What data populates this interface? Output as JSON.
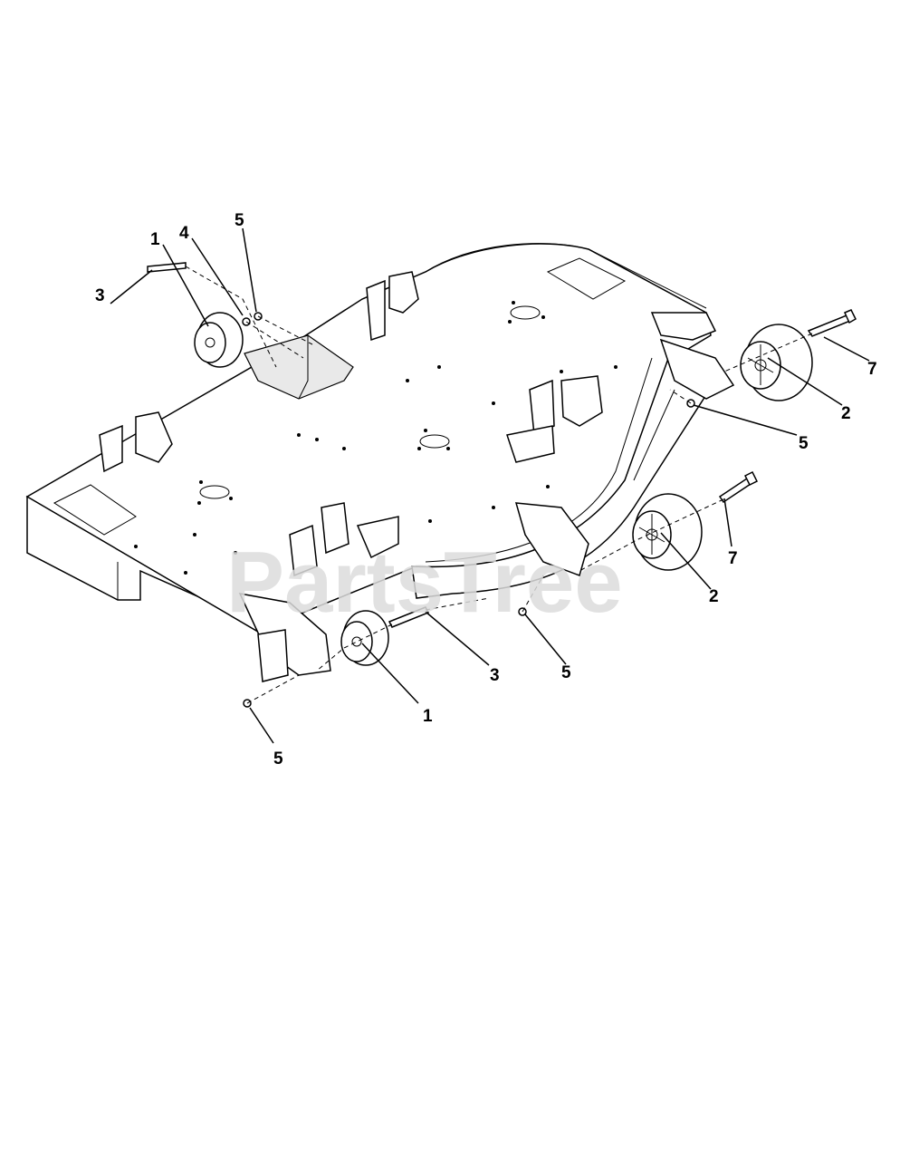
{
  "watermark": "PartsTree",
  "callouts": [
    {
      "id": "c1a",
      "label": "1"
    },
    {
      "id": "c4",
      "label": "4"
    },
    {
      "id": "c5a",
      "label": "5"
    },
    {
      "id": "c3a",
      "label": "3"
    },
    {
      "id": "c7a",
      "label": "7"
    },
    {
      "id": "c2a",
      "label": "2"
    },
    {
      "id": "c5b",
      "label": "5"
    },
    {
      "id": "c7b",
      "label": "7"
    },
    {
      "id": "c2b",
      "label": "2"
    },
    {
      "id": "c3b",
      "label": "3"
    },
    {
      "id": "c5c",
      "label": "5"
    },
    {
      "id": "c1b",
      "label": "1"
    },
    {
      "id": "c5d",
      "label": "5"
    }
  ]
}
